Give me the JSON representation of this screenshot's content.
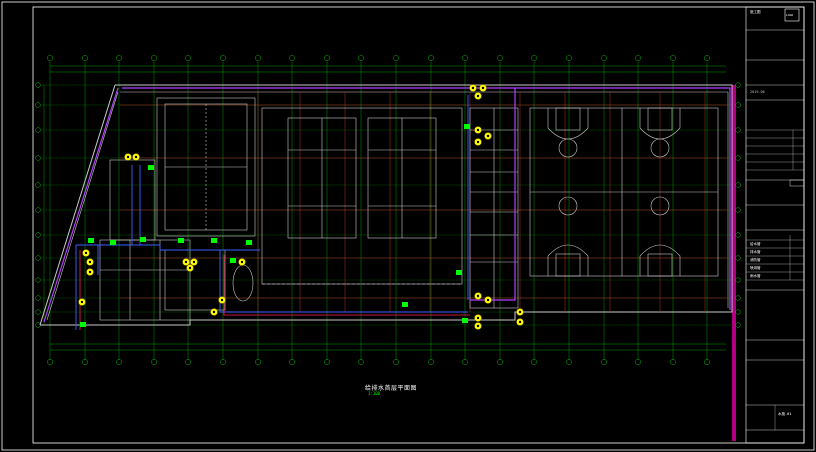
{
  "drawing": {
    "title": "给排水首层平面图",
    "scale": "1:100"
  },
  "colors": {
    "background": "#000000",
    "frame": "#ffffff",
    "wall": "#c8c8c8",
    "axis": "#00c000",
    "grid_red": "#b0302a",
    "pipe_purple": "#b040ff",
    "pipe_blue": "#4060ff",
    "pipe_red": "#ff2050",
    "fixture_yellow": "#ffff00",
    "tag_green": "#00ff00",
    "title_bar_magenta": "#b00080"
  },
  "title_block": {
    "stage_label": "施工图",
    "logo": "LOGO",
    "date": "2019.06",
    "sheet_label": "水施-01"
  },
  "legend": {
    "items": [
      "给水管",
      "排水管",
      "消防管",
      "喷淋管",
      "雨水管"
    ]
  }
}
